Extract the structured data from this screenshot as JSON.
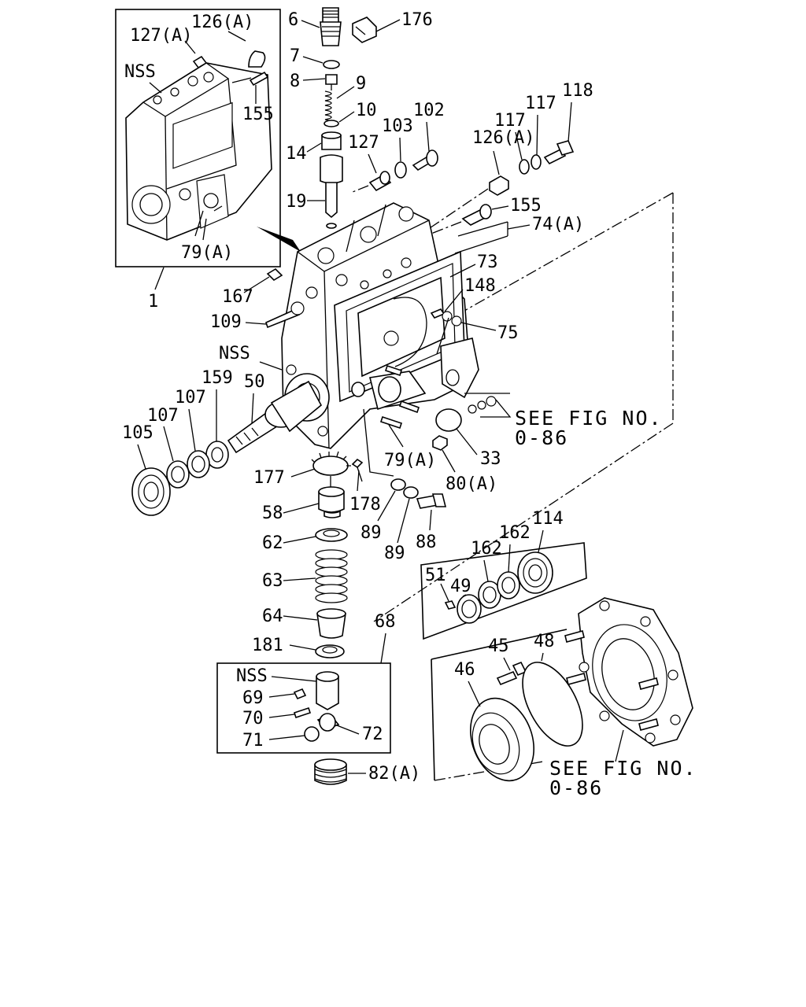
{
  "labels": {
    "l6": "6",
    "l176": "176",
    "l7": "7",
    "l8": "8",
    "l9": "9",
    "l10": "10",
    "l14": "14",
    "l19": "19",
    "l127": "127",
    "l103": "103",
    "l102": "102",
    "l126a": "126(A)",
    "l117a": "117",
    "l117b": "117",
    "l118": "118",
    "l155": "155",
    "l74a": "74(A)",
    "l73": "73",
    "l148": "148",
    "l75": "75",
    "i126a": "126(A)",
    "i127a": "127(A)",
    "iNSS": "NSS",
    "i155": "155",
    "i79a": "79(A)",
    "l1": "1",
    "l167": "167",
    "l109": "109",
    "lNSS": "NSS",
    "l159": "159",
    "l50": "50",
    "l107a": "107",
    "l107b": "107",
    "l105": "105",
    "l177": "177",
    "l178": "178",
    "l79a": "79(A)",
    "l33": "33",
    "l80a": "80(A)",
    "l89a": "89",
    "l89b": "89",
    "l88": "88",
    "l58": "58",
    "l62": "62",
    "l63": "63",
    "l64": "64",
    "l181": "181",
    "l68": "68",
    "bNSS": "NSS",
    "l69": "69",
    "l70": "70",
    "l71": "71",
    "l72": "72",
    "l82a": "82(A)",
    "l51": "51",
    "l49": "49",
    "l162a": "162",
    "l162b": "162",
    "l114": "114",
    "l45": "45",
    "l48": "48",
    "l46": "46"
  },
  "references": {
    "ref1_line1": "SEE FIG NO.",
    "ref1_line2": "0-86",
    "ref2_line1": "SEE FIG NO.",
    "ref2_line2": "0-86"
  }
}
